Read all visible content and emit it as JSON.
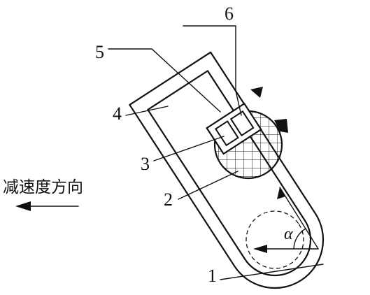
{
  "labels": {
    "one": "1",
    "two": "2",
    "three": "3",
    "four": "4",
    "five": "5",
    "six": "6"
  },
  "direction_label": "减速度方向",
  "angle_symbol": "α"
}
